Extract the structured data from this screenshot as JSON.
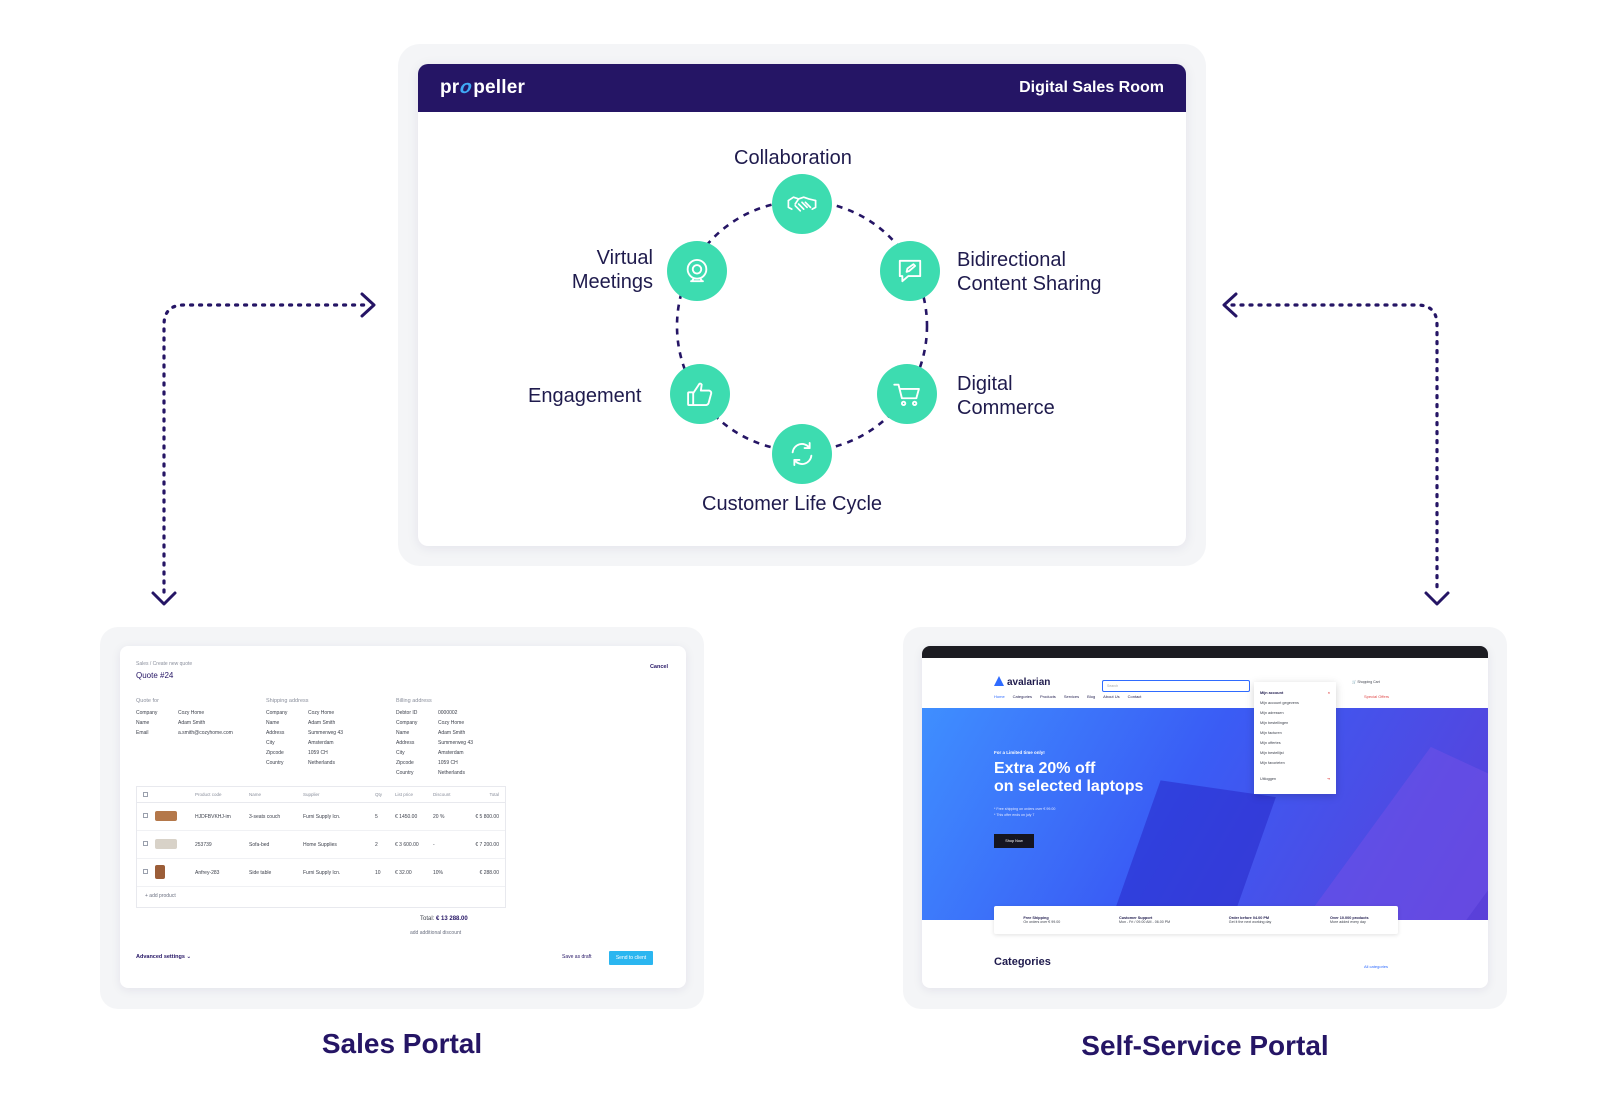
{
  "dsr": {
    "brand_prefix": "pr",
    "brand_mark": "o",
    "brand_suffix": "peller",
    "title": "Digital Sales Room",
    "nodes": {
      "collaboration": "Collaboration",
      "virtual_meetings_1": "Virtual",
      "virtual_meetings_2": "Meetings",
      "bidirectional_1": "Bidirectional",
      "bidirectional_2": "Content Sharing",
      "engagement": "Engagement",
      "digital_commerce_1": "Digital",
      "digital_commerce_2": "Commerce",
      "customer_life_cycle": "Customer Life Cycle"
    },
    "icons": {
      "collaboration": "handshake-icon",
      "virtual_meetings": "webcam-icon",
      "bidirectional": "chat-edit-icon",
      "engagement": "thumbs-up-icon",
      "digital_commerce": "shopping-cart-icon",
      "customer_life_cycle": "refresh-cycle-icon"
    },
    "colors": {
      "header": "#251565",
      "node": "#3ddcb0",
      "text": "#1f1b4d"
    }
  },
  "sales_portal": {
    "caption": "Sales Portal",
    "breadcrumb": "Sales / Create new quote",
    "quote_title": "Quote #24",
    "cancel": "Cancel",
    "quote_for": {
      "heading": "Quote for",
      "rows": [
        [
          "Company",
          "Cozy Home"
        ],
        [
          "Name",
          "Adam Smith"
        ],
        [
          "Email",
          "a.smith@cozyhome.com"
        ]
      ]
    },
    "shipping": {
      "heading": "Shipping address",
      "rows": [
        [
          "Company",
          "Cozy Home"
        ],
        [
          "Name",
          "Adam Smith"
        ],
        [
          "Address",
          "Summerweg 43"
        ],
        [
          "City",
          "Amsterdam"
        ],
        [
          "Zipcode",
          "1059 CH"
        ],
        [
          "Country",
          "Netherlands"
        ]
      ]
    },
    "billing": {
      "heading": "Billing address",
      "rows": [
        [
          "Debtor ID",
          "0000002"
        ],
        [
          "Company",
          "Cozy Home"
        ],
        [
          "Name",
          "Adam Smith"
        ],
        [
          "Address",
          "Summerweg 43"
        ],
        [
          "City",
          "Amsterdam"
        ],
        [
          "Zipcode",
          "1059 CH"
        ],
        [
          "Country",
          "Netherlands"
        ]
      ]
    },
    "table_headers": [
      "Product code",
      "Name",
      "Supplier",
      "Qty",
      "List price",
      "Discount",
      "Total"
    ],
    "table_rows": [
      [
        "HJDFBVKHJ-im",
        "3-seats couch",
        "Furni Supply lcn.",
        "5",
        "€ 1450.00",
        "20 %",
        "€ 5 800.00"
      ],
      [
        "253739",
        "Sofa-bed",
        "Home Supplies",
        "2",
        "€ 3 600.00",
        "-",
        "€ 7 200.00"
      ],
      [
        "Anfrey-283",
        "Side table",
        "Furni Supply lcn.",
        "10",
        "€ 32.00",
        "10%",
        "€ 288.00"
      ]
    ],
    "add_product": "+ add product",
    "total_label": "Total:",
    "total_value": "€ 13 288.00",
    "additional_discount": "add additional discount",
    "advanced_settings": "Advanced settings",
    "save_draft": "Save as draft",
    "send_client": "Send to client"
  },
  "self_service_portal": {
    "caption": "Self-Service Portal",
    "brand": "avalarian",
    "search_placeholder": "Search",
    "cart": "Shopping Cart",
    "nav": [
      "Home",
      "Categories",
      "Products",
      "Services",
      "Blog",
      "About Us",
      "Contact"
    ],
    "special_offers": "Special Offers",
    "hero_eyebrow": "For a Limited time only!",
    "hero_line1": "Extra 20% off",
    "hero_line2": "on selected laptops",
    "hero_note1": "* Free shipping on orders over € 99.00",
    "hero_note2": "* This offer ends on july 7",
    "shop_now": "Shop Now",
    "usps": [
      [
        "Free Shipping",
        "On orders over € 99.00"
      ],
      [
        "Customer Support",
        "Mon - Fri / 09.00 AM - 06.00 PM"
      ],
      [
        "Order before 04.00 PM",
        "Get it the next working day"
      ],
      [
        "Over 10.000 products",
        "More added every day"
      ]
    ],
    "categories": "Categories",
    "all_categories": "All categories",
    "dropdown": {
      "title": "Mijn account",
      "items": [
        "Mijn account gegevens",
        "Mijn adressen",
        "Mijn bestellingen",
        "Mijn facturen",
        "Mijn offertes",
        "Mijn bestellijst",
        "Mijn favorieten"
      ],
      "logout": "Uitloggen"
    }
  }
}
